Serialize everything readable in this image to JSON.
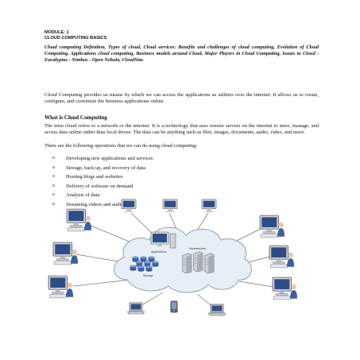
{
  "header": {
    "module": "MODULE: 1",
    "title": "CLOUD COMPUTING BASICS"
  },
  "syllabus": "Cloud computing Definition, Types of cloud, Cloud services: Benefits and challenges of cloud computing, Evolution of Cloud Computing, Applications cloud computing, Business models around Cloud, Major Players in Cloud Computing, Issues in Cloud - Eucalyptus - Nimbus - Open Nebula, CloudSim.",
  "paragraph_1": "Cloud Computing provides us means by which we can access the applications as utilities over the internet. It allows us to create, configure, and customize the business applications online.",
  "section_heading": "What is Cloud Computing",
  "paragraph_2": "The term cloud refers to a network or the internet. It is a technology that uses remote servers on the internet to store, manage, and access data online rather than local drives. The data can be anything such as files, images, documents, audio, video, and more.",
  "paragraph_3": "There are the following operations that we can do using cloud computing:",
  "bullet_glyph": "o",
  "operations": [
    "Developing new applications and services",
    "Storage, back up, and recovery of data",
    "Hosting blogs and websites",
    "Delivery of software on demand",
    "Analysis of data",
    "Streaming videos and audios"
  ],
  "diagram": {
    "labels": {
      "applications": "Applications",
      "infrastructure": "Infrastructure",
      "storage": "Storage"
    },
    "colors": {
      "cloud_fill": "#e8eef6",
      "cloud_stroke": "#9aa6b4",
      "monitor_screen": "#2e4d86",
      "device_body": "#d9dde3",
      "storage_blue": "#3f63a8",
      "connector": "#707070"
    }
  }
}
